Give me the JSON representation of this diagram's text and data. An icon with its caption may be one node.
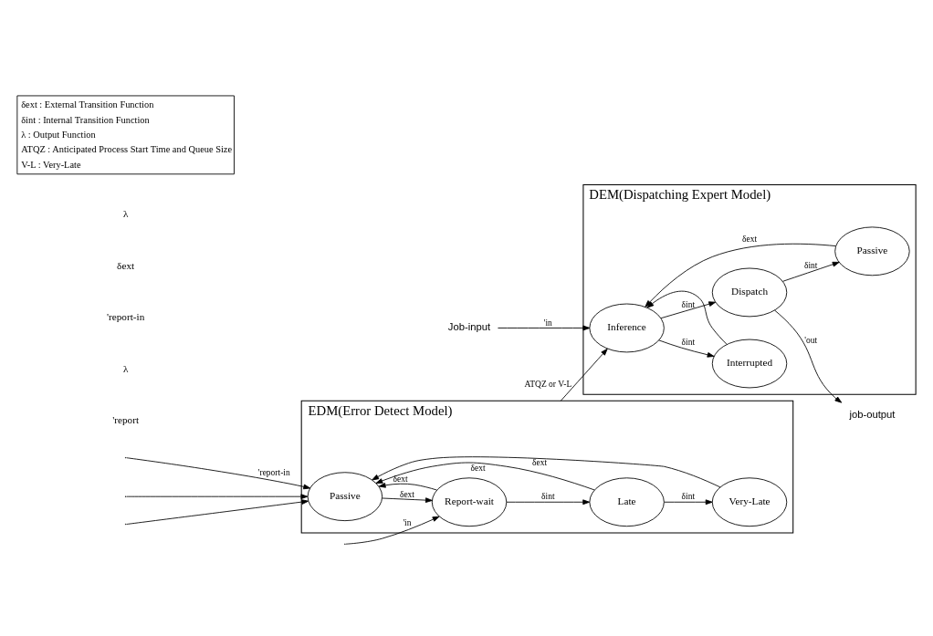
{
  "diagram": {
    "nodes": [
      {
        "text": [
          "EDM(Error Detect Model)"
        ]
      },
      {
        "text": [
          "Report-wait"
        ],
        "in": 0
      },
      {
        "text": [
          "Passive"
        ],
        "in": 0
      },
      {
        "text": [
          "Late"
        ],
        "in": 0
      },
      {
        "text": [
          "Very-Late"
        ],
        "in": 0
      },
      {
        "text": [
          "DEM(Dispatching Expert Model)"
        ]
      },
      {
        "text": [
          "Inference"
        ],
        "in": 5
      },
      {
        "text": [
          "Interrupted"
        ],
        "in": 5
      },
      {
        "text": [
          "Passive"
        ],
        "in": 5
      },
      {
        "text": [
          "Dispatch"
        ],
        "in": 5
      },
      {
        "text": [
          "Job-input"
        ]
      },
      {
        "text": [
          "job-output"
        ]
      }
    ],
    "edges": [
      {
        "from": null,
        "to": 1,
        "arrow": "to",
        "label": "'in"
      },
      {
        "from": 2,
        "to": 1,
        "arrow": "to",
        "label": "δext"
      },
      {
        "from": 1,
        "to": 2,
        "arrow": "to",
        "label": "δext"
      },
      {
        "from": 1,
        "to": 3,
        "arrow": "to",
        "label": "δint"
      },
      {
        "from": 3,
        "to": 2,
        "arrow": "to",
        "label": "δext"
      },
      {
        "from": 3,
        "to": 4,
        "arrow": "to",
        "label": "δint"
      },
      {
        "from": 4,
        "to": 2,
        "arrow": "to",
        "label": "δext"
      },
      {
        "from": null,
        "to": 2,
        "arrow": "to",
        "label": "'report-in"
      },
      {
        "from": null,
        "to": 2,
        "arrow": "to"
      },
      {
        "from": null,
        "to": 2,
        "arrow": "to"
      },
      {
        "from": 0,
        "to": 6,
        "arrow": "to",
        "label": "ATQZ or V-L"
      },
      {
        "from": 7,
        "to": 6,
        "arrow": "to"
      },
      {
        "from": 6,
        "to": 7,
        "arrow": "to",
        "label": "δint"
      },
      {
        "from": 6,
        "to": 9,
        "arrow": "to",
        "label": "δint"
      },
      {
        "from": 9,
        "to": 8,
        "arrow": "to",
        "label": "δint"
      },
      {
        "from": 10,
        "to": 6,
        "arrow": "to",
        "label": "'in"
      },
      {
        "from": 8,
        "to": 6,
        "arrow": "to",
        "label": "δext"
      },
      {
        "from": 9,
        "to": 11,
        "arrow": "to",
        "label": "'out"
      }
    ],
    "labels": [
      "'report",
      "λ",
      "'report-in",
      "δext",
      "λ"
    ],
    "legend": [
      {
        "text": "δext : External Transition Function"
      },
      {
        "text": "δint : Internal Transition Function"
      },
      {
        "text": "λ : Output Function"
      },
      {
        "text": "ATQZ : Anticipated Process Start Time and Queue Size"
      },
      {
        "text": "V-L : Very-Late"
      }
    ]
  }
}
